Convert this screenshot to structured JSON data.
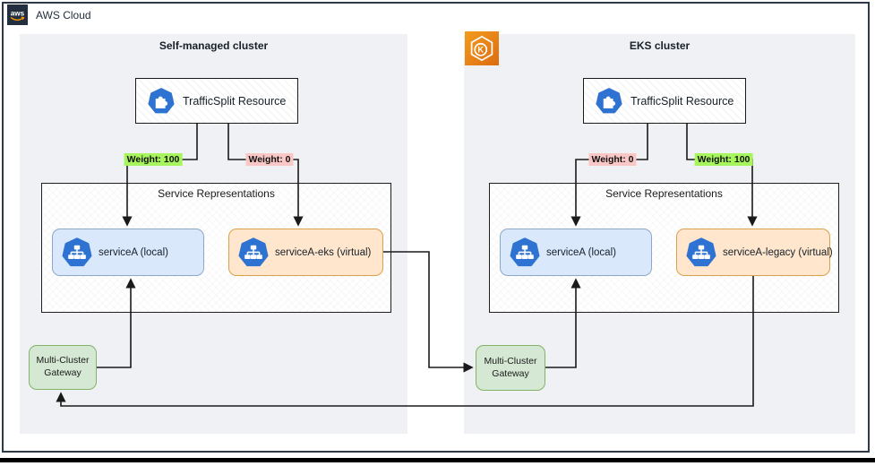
{
  "colors": {
    "frame-border": "#2E3A48",
    "aws-dark": "#232F3E",
    "aws-orange": "#FF9900",
    "cluster-fill": "#F0F1F4",
    "line": "#1A1A1A",
    "weight-green": "#A6F55C",
    "weight-red": "#F9C8C6",
    "service-local-fill": "#DAE8FC",
    "service-local-border": "#8EA7C8",
    "service-virtual-fill": "#FFE6CC",
    "service-virtual-border": "#D9A14A",
    "gateway-fill": "#D5E8D4",
    "gateway-border": "#82B366",
    "k8s-blue": "#2E72D2",
    "eks-orange-1": "#F29C1F",
    "eks-orange-2": "#DD6C10"
  },
  "frame": {
    "title": "AWS Cloud"
  },
  "clusters": [
    {
      "title": "Self-managed cluster",
      "traffic_split_label": "TrafficSplit Resource",
      "weights": [
        {
          "text": "Weight: 100",
          "tone": "green"
        },
        {
          "text": "Weight: 0",
          "tone": "red"
        }
      ],
      "sr_title": "Service Representations",
      "services": [
        {
          "label": "serviceA (local)",
          "kind": "local"
        },
        {
          "label": "serviceA-eks (virtual)",
          "kind": "virtual"
        }
      ],
      "gateway_label": "Multi-Cluster Gateway"
    },
    {
      "title": "EKS cluster",
      "traffic_split_label": "TrafficSplit Resource",
      "weights": [
        {
          "text": "Weight: 0",
          "tone": "red"
        },
        {
          "text": "Weight: 100",
          "tone": "green"
        }
      ],
      "sr_title": "Service Representations",
      "services": [
        {
          "label": "serviceA (local)",
          "kind": "local"
        },
        {
          "label": "serviceA-legacy (virtual)",
          "kind": "virtual"
        }
      ],
      "gateway_label": "Multi-Cluster Gateway"
    }
  ],
  "edges": [
    {
      "from": "traffic-split-self-managed",
      "to": "serviceA-local-self-managed",
      "label": "Weight: 100"
    },
    {
      "from": "traffic-split-self-managed",
      "to": "serviceA-eks-virtual",
      "label": "Weight: 0"
    },
    {
      "from": "serviceA-eks-virtual",
      "to": "multi-cluster-gateway-eks",
      "label": ""
    },
    {
      "from": "multi-cluster-gateway-self-managed",
      "to": "serviceA-local-self-managed",
      "label": ""
    },
    {
      "from": "traffic-split-eks",
      "to": "serviceA-local-eks",
      "label": "Weight: 0"
    },
    {
      "from": "traffic-split-eks",
      "to": "serviceA-legacy-virtual",
      "label": "Weight: 100"
    },
    {
      "from": "serviceA-legacy-virtual",
      "to": "multi-cluster-gateway-self-managed",
      "label": ""
    },
    {
      "from": "multi-cluster-gateway-eks",
      "to": "serviceA-local-eks",
      "label": ""
    }
  ]
}
